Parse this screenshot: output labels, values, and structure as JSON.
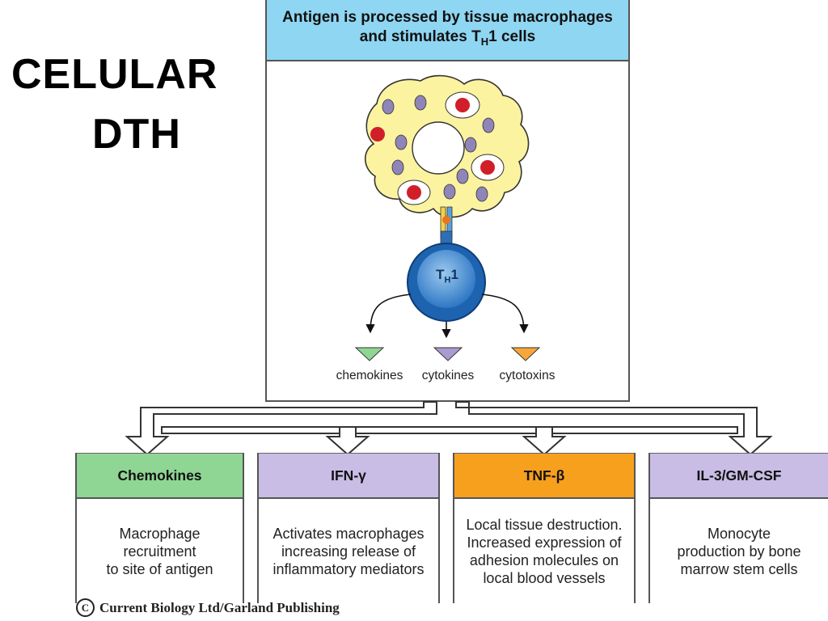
{
  "slide": {
    "title_line1": "CELULAR",
    "title_line2": "DTH"
  },
  "process_box": {
    "header_line1": "Antigen is processed by tissue macrophages",
    "header_line2_prefix": "and stimulates T",
    "header_line2_sub": "H",
    "header_line2_suffix": "1 cells",
    "cell_label": "T",
    "cell_label_sub": "H",
    "cell_label_suffix": "1",
    "secreted": [
      {
        "label": "chemokines",
        "color": "#8fd694"
      },
      {
        "label": "cytokines",
        "color": "#a99bd0"
      },
      {
        "label": "cytotoxins",
        "color": "#f7a73a"
      }
    ]
  },
  "panels": [
    {
      "title": "Chemokines",
      "color": "#8fd694",
      "text": "Macrophage\nrecruitment\nto site of antigen"
    },
    {
      "title": "IFN-γ",
      "color": "#c9bde6",
      "text": "Activates macrophages\nincreasing release of\ninflammatory mediators"
    },
    {
      "title": "TNF-β",
      "color": "#f7a01e",
      "text": "Local tissue destruction.\nIncreased expression of\nadhesion molecules on\nlocal blood vessels"
    },
    {
      "title": "IL-3/GM-CSF",
      "color": "#c9bde6",
      "text": "Monocyte\nproduction by bone\nmarrow stem cells"
    }
  ],
  "footer": {
    "copyright_symbol": "C",
    "copyright_text": "Current Biology Ltd/Garland Publishing"
  },
  "colors": {
    "header_bg": "#8fd6f2",
    "macrophage_fill": "#fbf3a0",
    "granule": "#8f85b8",
    "antigen": "#d11f2a",
    "th1_outer": "#1d63b0",
    "th1_inner": "#6fb0e6"
  }
}
